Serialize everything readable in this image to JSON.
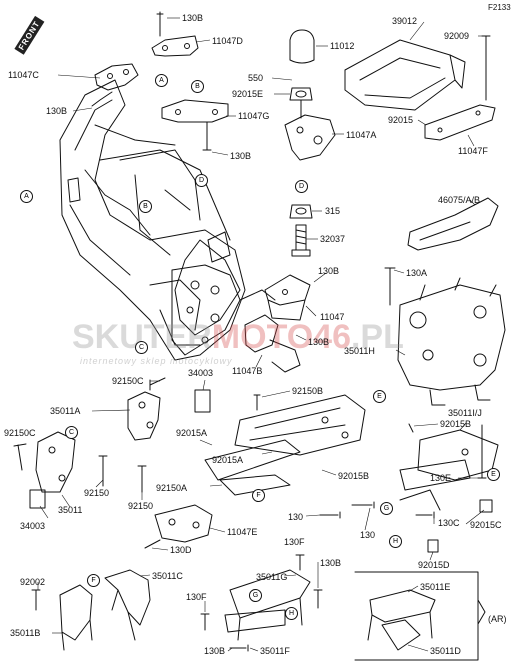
{
  "reference_code": "F2133",
  "front_label": "FRONT",
  "watermark": {
    "brand_a": "SKUTER",
    "brand_b": "MOTO46",
    "brand_c": ".PL",
    "tagline": "internetowy sklep motocyklowy"
  },
  "callouts": [
    "A",
    "B",
    "C",
    "D",
    "E",
    "F",
    "G",
    "H"
  ],
  "inset_label": "(AR)",
  "parts": {
    "p130b_1": "130B",
    "p11047d": "11047D",
    "p11047c": "11047C",
    "p130b_2": "130B",
    "p11012": "11012",
    "p550": "550",
    "p92015e": "92015E",
    "p11047g": "11047G",
    "p130b_3": "130B",
    "p11047a": "11047A",
    "p39012": "39012",
    "p92009": "92009",
    "p92015_1": "92015",
    "p11047f": "11047F",
    "p46075": "46075/A/B",
    "p315": "315",
    "p32037": "32037",
    "p130b_4": "130B",
    "p11047_top": "11047",
    "p130a": "130A",
    "p11047b": "11047B",
    "p130b_5": "130B",
    "p35011h": "35011H",
    "p130e": "130E",
    "p34003_1": "34003",
    "p92150c_1": "92150C",
    "p92150b": "92150B",
    "p35011a": "35011A",
    "p92015a_1": "92015A",
    "p350111j": "35011I/J",
    "p92015b_1": "92015B",
    "p92150c_2": "92150C",
    "p92015a_2": "92015A",
    "p92150_1": "92150",
    "p92150_2": "92150",
    "p92015b_2": "92015B",
    "p35011": "35011",
    "p92150a": "92150A",
    "p34003_2": "34003",
    "p11047e": "11047E",
    "p130_1": "130",
    "p130_2": "130",
    "p130c": "130C",
    "p92015c": "92015C",
    "p130d": "130D",
    "p92015d": "92015D",
    "p130f_1": "130F",
    "p35011c": "35011C",
    "p35011g": "35011G",
    "p130b_6": "130B",
    "p92002": "92002",
    "p130f_2": "130F",
    "p35011b": "35011B",
    "p130b_7": "130B",
    "p35011f": "35011F",
    "p35011e": "35011E",
    "p35011d": "35011D"
  },
  "colors": {
    "line": "#111111",
    "watermark_red": "#d44a4a",
    "watermark_gray": "#9a9a9a"
  }
}
